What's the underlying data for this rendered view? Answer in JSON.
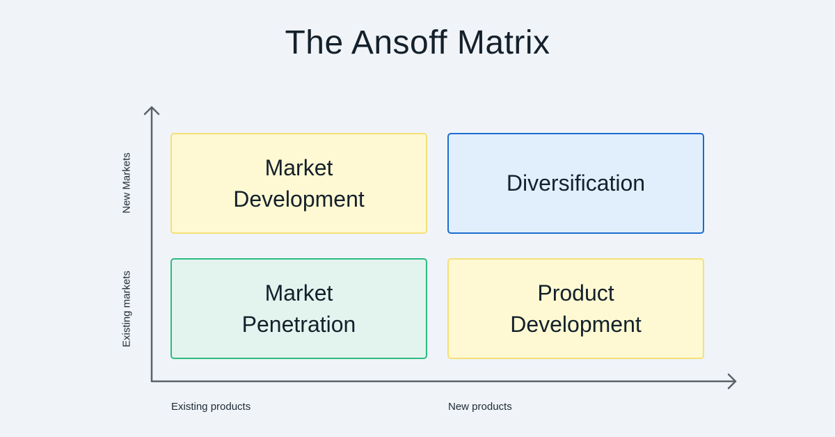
{
  "title": "The Ansoff Matrix",
  "axes": {
    "y_top": "New Markets",
    "y_bottom": "Existing markets",
    "x_left": "Existing products",
    "x_right": "New products"
  },
  "quadrants": [
    {
      "id": "market-development",
      "label": "Market\nDevelopment",
      "color": "#fef9d2",
      "border": "#f5df7a"
    },
    {
      "id": "diversification",
      "label": "Diversification",
      "color": "#e1effd",
      "border": "#1b6bd0"
    },
    {
      "id": "market-penetration",
      "label": "Market\nPenetration",
      "color": "#e3f3ee",
      "border": "#2dbb82"
    },
    {
      "id": "product-development",
      "label": "Product\nDevelopment",
      "color": "#fef9d2",
      "border": "#f5df7a"
    }
  ],
  "colors": {
    "background": "#f0f4f8",
    "axis": "#5b6168",
    "text": "#14202b"
  }
}
